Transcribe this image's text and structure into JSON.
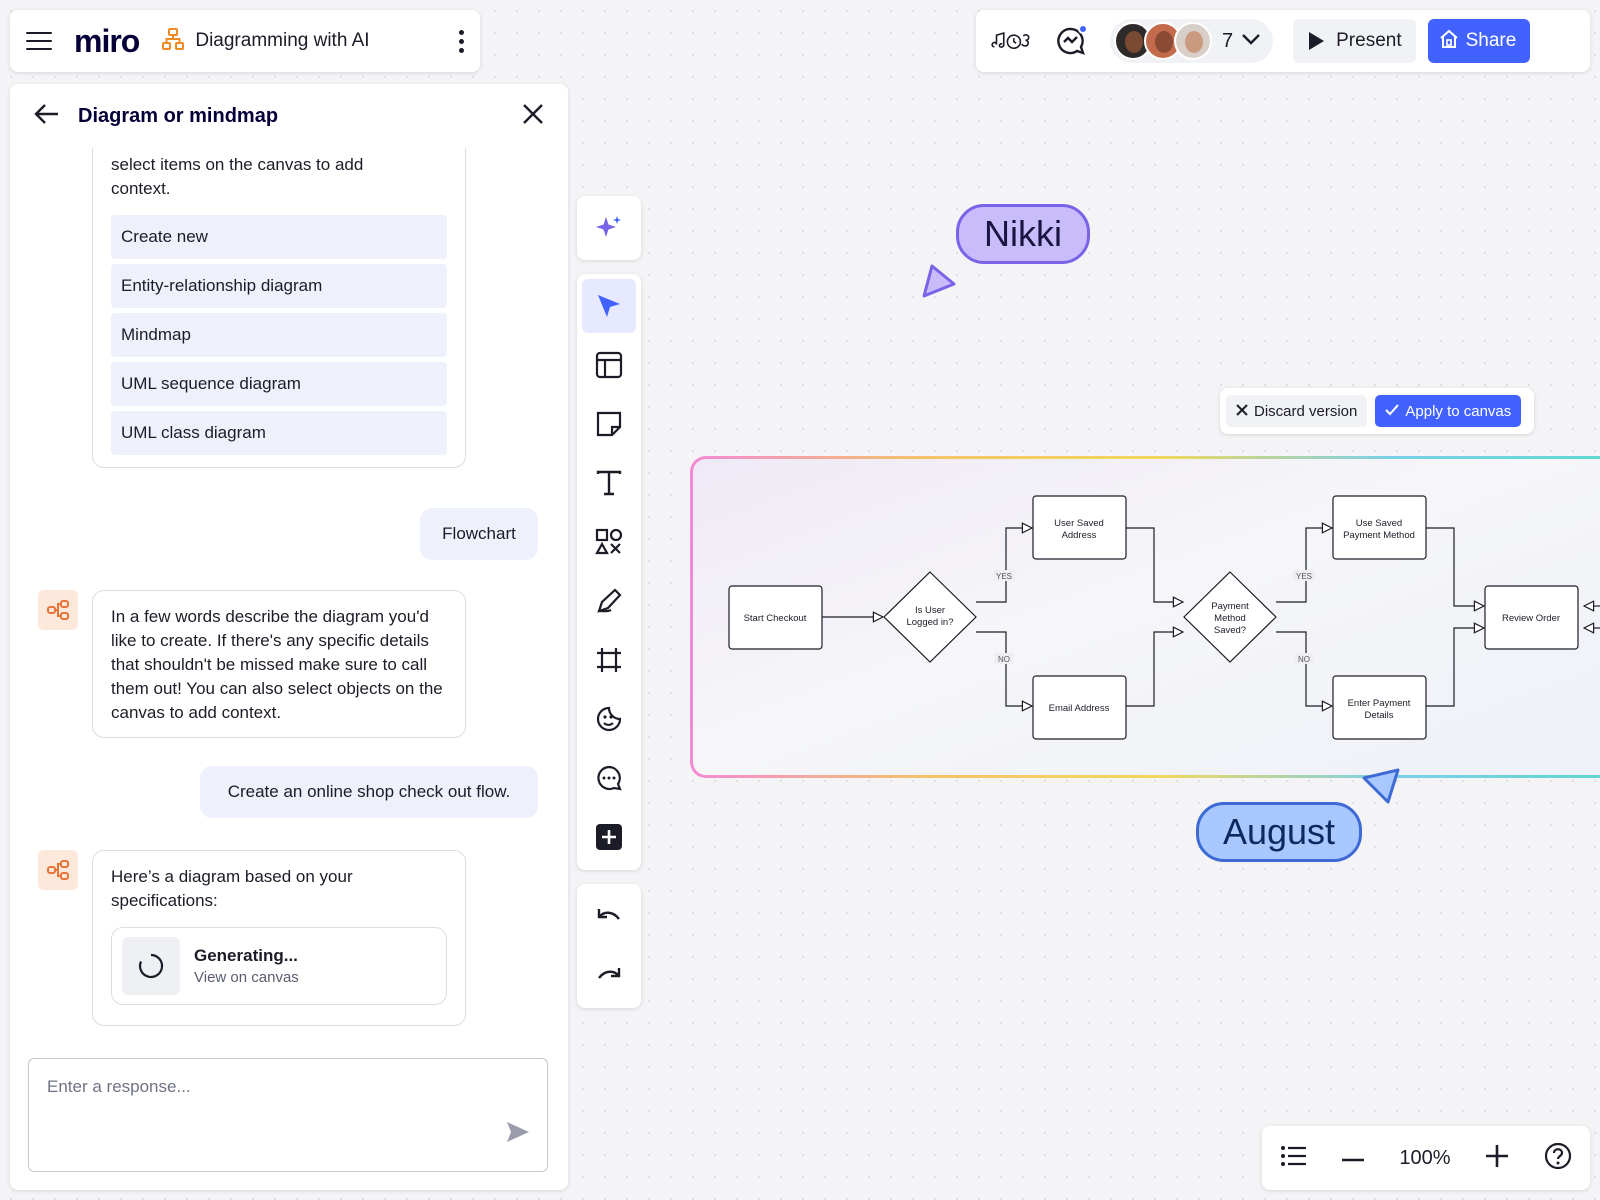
{
  "board": {
    "logo": "miro",
    "title": "Diagramming with AI"
  },
  "topbar": {
    "collaborator_count": "7",
    "present_label": "Present",
    "share_label": "Share",
    "accent": "#4262ff"
  },
  "panel": {
    "title": "Diagram or mindmap",
    "intro_text": "select items on the canvas to add context.",
    "options": [
      "Create new",
      "Entity-relationship diagram",
      "Mindmap",
      "UML sequence diagram",
      "UML class diagram"
    ],
    "user_choice": "Flowchart",
    "ai_prompt": "In a few words describe the diagram you'd like to create. If there's any specific details that shouldn't be missed make sure to call them out! You can also select objects on the canvas to add context.",
    "user_request": "Create an online shop check out flow.",
    "ai_reply": "Here’s a diagram based on your specifications:",
    "generating_title": "Generating...",
    "generating_link": "View on canvas",
    "response_placeholder": "Enter a response..."
  },
  "toolbar": {
    "tools": [
      "ai-sparkle",
      "select",
      "templates",
      "sticky-note",
      "text",
      "shapes",
      "pen",
      "frame",
      "stickers",
      "comment",
      "more"
    ],
    "active_tool": "select",
    "history": [
      "undo",
      "redo"
    ]
  },
  "version_bar": {
    "discard_label": "Discard version",
    "apply_label": "Apply to canvas"
  },
  "diagram": {
    "nodes": {
      "start": "Start Checkout",
      "logged_in_1": "Is User",
      "logged_in_2": "Logged in?",
      "saved_addr_1": "User Saved",
      "saved_addr_2": "Address",
      "email": "Email Address",
      "pm_saved_1": "Payment",
      "pm_saved_2": "Method",
      "pm_saved_3": "Saved?",
      "use_pm_1": "Use Saved",
      "use_pm_2": "Payment Method",
      "enter_pm_1": "Enter Payment",
      "enter_pm_2": "Details",
      "review": "Review Order"
    },
    "edges": {
      "yes": "YES",
      "no": "NO"
    }
  },
  "cursors": {
    "nikki": {
      "name": "Nikki",
      "color": "#7b63e8"
    },
    "august": {
      "name": "August",
      "color": "#3e6ad6"
    }
  },
  "zoom": {
    "value": "100%"
  }
}
